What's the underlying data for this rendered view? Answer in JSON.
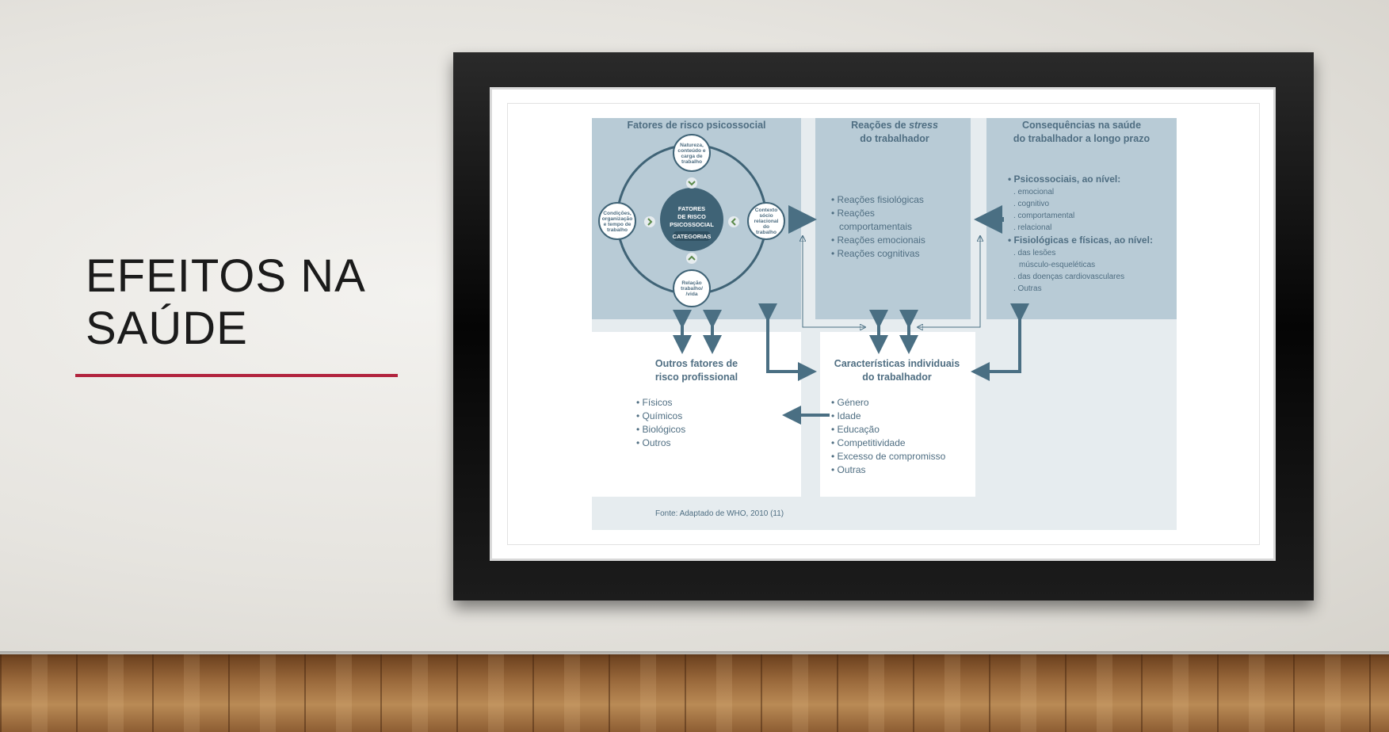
{
  "slide": {
    "title_line1": "EFEITOS NA",
    "title_line2": "SAÚDE"
  },
  "colors": {
    "accent_rule": "#b2243e",
    "diagram_blue": "#b8cbd6",
    "diagram_text": "#4f6e82",
    "circle_fill": "#3f6376",
    "arrow": "#4a6f83"
  },
  "diagram": {
    "col1": {
      "header": "Fatores de risco psicossocial"
    },
    "col2": {
      "header_line1": "Reações de stress",
      "header_line1_plain": "Reações de ",
      "header_line1_italic": "stress",
      "header_line2": "do trabalhador",
      "items": [
        "• Reações fisiológicas",
        "• Reações",
        "comportamentais",
        "• Reações emocionais",
        "• Reações cognitivas"
      ]
    },
    "col3": {
      "header_line1": "Consequências na saúde",
      "header_line2": "do trabalhador a longo prazo",
      "group1": "• Psicossociais, ao nível:",
      "group1_items": [
        ". emocional",
        ". cognitivo",
        ". comportamental",
        ". relacional"
      ],
      "group2": "• Fisiológicas e físicas, ao nível:",
      "group2_items": [
        ". das lesões",
        "músculo-esqueléticas",
        ". das doenças cardiovasculares",
        ". Outras"
      ]
    },
    "center": {
      "line1": "FATORES",
      "line2": "DE RISCO",
      "line3": "PSICOSSOCIAL",
      "line4": "CATEGORIAS"
    },
    "nodes": {
      "top": [
        "Natureza,",
        "conteúdo e",
        "carga de",
        "trabalho"
      ],
      "left": [
        "Condições,",
        "organização",
        "e tempo de",
        "trabalho"
      ],
      "right": [
        "Contexto",
        "sócio",
        "relacional",
        "do",
        "trabalho"
      ],
      "bottom": [
        "Relação",
        "trabalho/",
        "/vida"
      ]
    },
    "other_factors": {
      "header_line1": "Outros fatores de",
      "header_line2": "risco profissional",
      "items": [
        "• Físicos",
        "• Químicos",
        "• Biológicos",
        "• Outros"
      ]
    },
    "individual": {
      "header_line1": "Características individuais",
      "header_line2": "do trabalhador",
      "items": [
        "• Género",
        "• Idade",
        "• Educação",
        "• Competitividade",
        "• Excesso de compromisso",
        "• Outras"
      ]
    },
    "source": "Fonte: Adaptado de WHO, 2010 (11)"
  }
}
